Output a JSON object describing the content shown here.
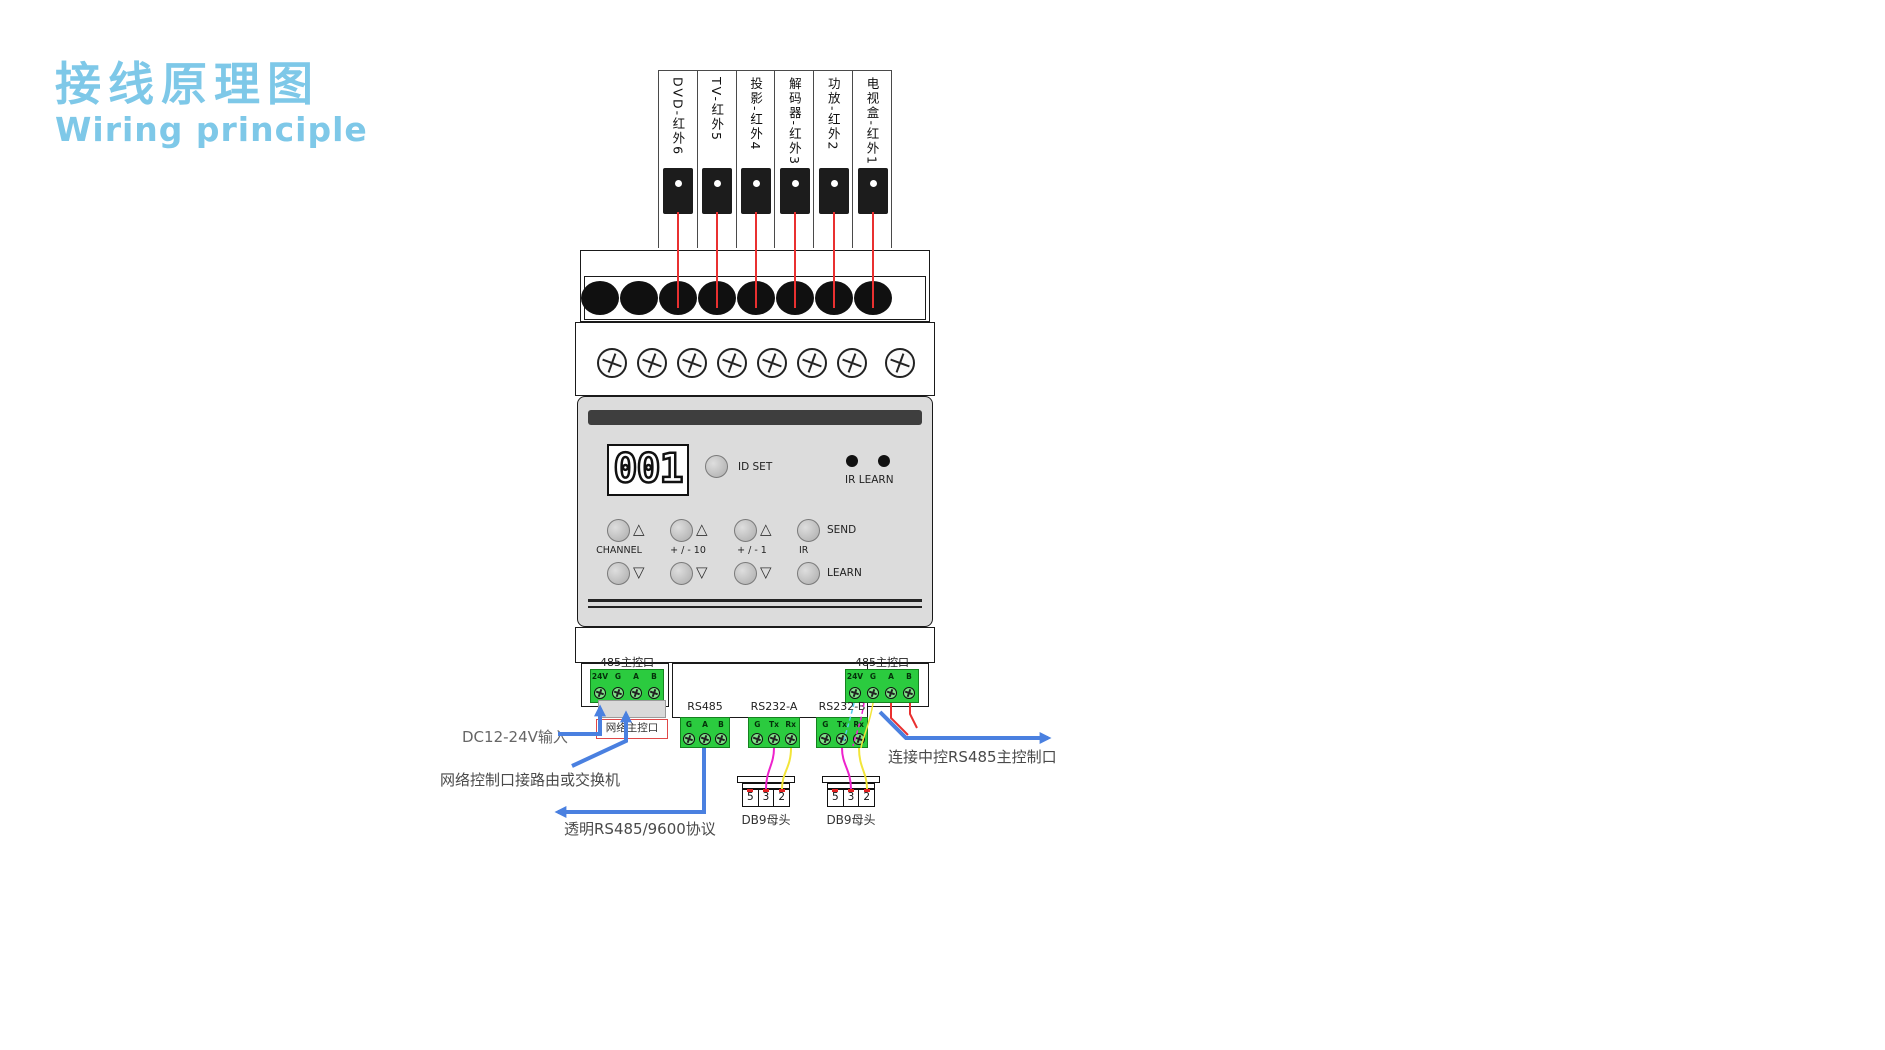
{
  "title": {
    "zh": "接线原理图",
    "en": "Wiring principle"
  },
  "ir_channels": [
    {
      "label": "DVD-红外6"
    },
    {
      "label": "TV-红外5"
    },
    {
      "label": "投影-红外4"
    },
    {
      "label": "解码器-红外3"
    },
    {
      "label": "功放-红外2"
    },
    {
      "label": "电视盒-红外1"
    }
  ],
  "device": {
    "display_value": "001",
    "id_set": "ID SET",
    "ir_learn": "IR LEARN",
    "channel": "CHANNEL",
    "step10": "+ / - 10",
    "step1": "+ / - 1",
    "ir": "IR",
    "send": "SEND",
    "learn": "LEARN"
  },
  "icons": {
    "up_triangle": "△",
    "down_triangle": "▽"
  },
  "ports": {
    "left_485": {
      "label": "485主控口",
      "pins": [
        "24V",
        "G",
        "A",
        "B"
      ]
    },
    "right_485": {
      "label": "485主控口",
      "pins": [
        "24V",
        "G",
        "A",
        "B"
      ]
    },
    "network": {
      "label": "网络主控口"
    },
    "rs485": {
      "label": "RS485",
      "pins": [
        "G",
        "A",
        "B"
      ]
    },
    "rs232_a": {
      "label": "RS232-A",
      "pins": [
        "G",
        "Tx",
        "Rx"
      ]
    },
    "rs232_b": {
      "label": "RS232-B",
      "pins": [
        "G",
        "Tx",
        "Rx"
      ]
    }
  },
  "db9": {
    "a": {
      "label": "DB9母头",
      "pins": [
        "5",
        "3",
        "2"
      ]
    },
    "b": {
      "label": "DB9母头",
      "pins": [
        "5",
        "3",
        "2"
      ]
    }
  },
  "annotations": {
    "power": "DC12-24V输入",
    "network": "网络控制口接路由或交换机",
    "protocol": "透明RS485/9600协议",
    "central": "连接中控RS485主控制口"
  },
  "colors": {
    "accent_blue": "#4A80E0",
    "title_blue": "#7EC8E8",
    "terminal_green": "#2BCB3F",
    "wire_red": "#E93030",
    "wire_magenta": "#EE22CC",
    "wire_yellow": "#F2E53A",
    "wire_cyan": "#55CCEE"
  }
}
